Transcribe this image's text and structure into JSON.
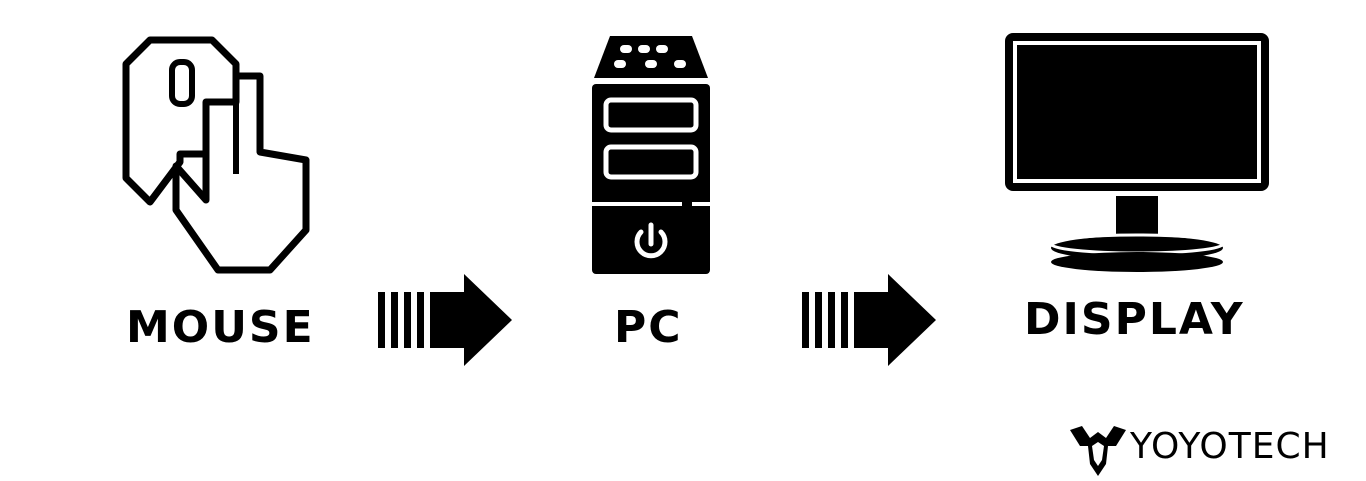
{
  "colors": {
    "ink": "#000000",
    "background": "#ffffff"
  },
  "nodes": [
    {
      "icon": "mouse-hand-icon",
      "label": "MOUSE"
    },
    {
      "icon": "pc-tower-icon",
      "label": "PC"
    },
    {
      "icon": "monitor-icon",
      "label": "DISPLAY"
    }
  ],
  "connectors": [
    "striped-arrow-right-icon",
    "striped-arrow-right-icon"
  ],
  "brand": {
    "logo_icon": "yoyotech-logo-icon",
    "name": "YOYOTECH"
  }
}
